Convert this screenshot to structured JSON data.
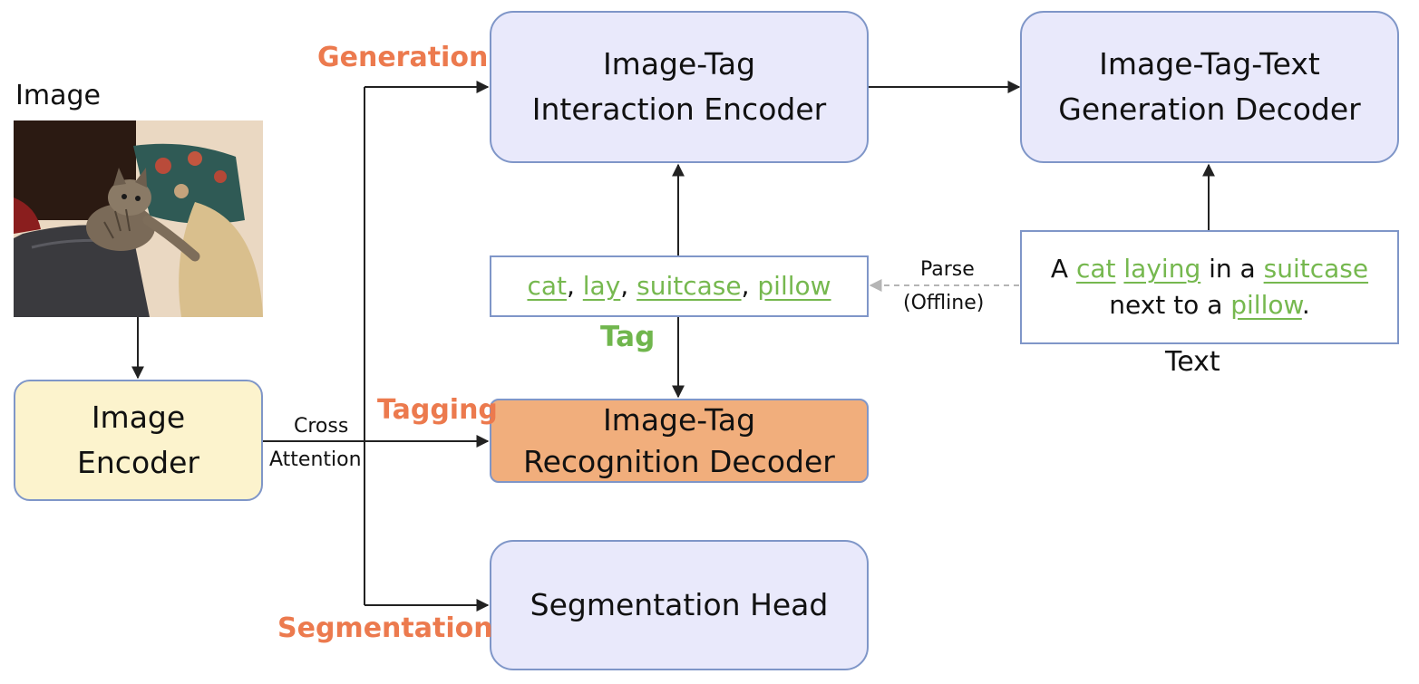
{
  "image_block": {
    "label": "Image"
  },
  "boxes": {
    "image_encoder": [
      "Image",
      "Encoder"
    ],
    "interaction_encoder": [
      "Image-Tag",
      "Interaction Encoder"
    ],
    "generation_decoder": [
      "Image-Tag-Text",
      "Generation Decoder"
    ],
    "recognition_decoder": [
      "Image-Tag",
      "Recognition Decoder"
    ],
    "segmentation_head": "Segmentation Head"
  },
  "branch_labels": {
    "generation": "Generation",
    "tagging": "Tagging",
    "segmentation": "Segmentation"
  },
  "edge_labels": {
    "cross_attention": [
      "Cross",
      "Attention"
    ],
    "parse": [
      "Parse",
      "(Offline)"
    ]
  },
  "tag_box": {
    "tags": [
      "cat",
      "lay",
      "suitcase",
      "pillow"
    ],
    "separator": ", ",
    "caption": "Tag"
  },
  "text_box": {
    "caption": "Text",
    "line1": [
      {
        "t": "A ",
        "tag": false
      },
      {
        "t": "cat",
        "tag": true
      },
      {
        "t": " ",
        "tag": false
      },
      {
        "t": "laying",
        "tag": true
      },
      {
        "t": " in a ",
        "tag": false
      },
      {
        "t": "suitcase",
        "tag": true
      }
    ],
    "line2": [
      {
        "t": "next to a ",
        "tag": false
      },
      {
        "t": "pillow",
        "tag": true
      },
      {
        "t": ".",
        "tag": false
      }
    ]
  },
  "colors": {
    "box_fill": "#e9e9fb",
    "box_border": "#7f96c8",
    "encoder_fill": "#fcf3cd",
    "decoder_fill": "#f1ae7c",
    "branch_label": "#ec7a4e",
    "tag_green": "#70b64d",
    "arrow": "#222222",
    "parse_arrow": "#b5b5b5"
  }
}
